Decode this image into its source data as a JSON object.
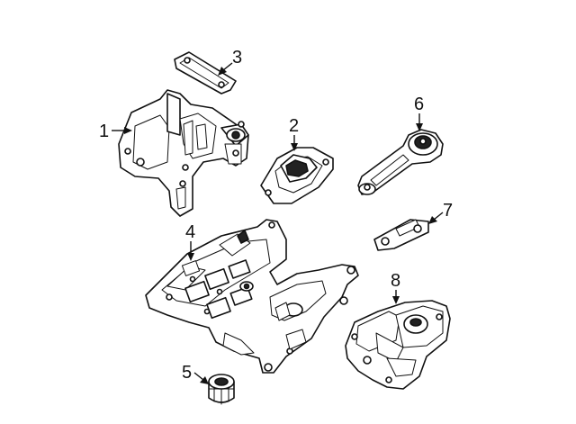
{
  "callouts": [
    {
      "id": "1",
      "label": "1"
    },
    {
      "id": "2",
      "label": "2"
    },
    {
      "id": "3",
      "label": "3"
    },
    {
      "id": "4",
      "label": "4"
    },
    {
      "id": "5",
      "label": "5"
    },
    {
      "id": "6",
      "label": "6"
    },
    {
      "id": "7",
      "label": "7"
    },
    {
      "id": "8",
      "label": "8"
    }
  ],
  "colors": {
    "line": "#111111",
    "background": "#ffffff"
  }
}
